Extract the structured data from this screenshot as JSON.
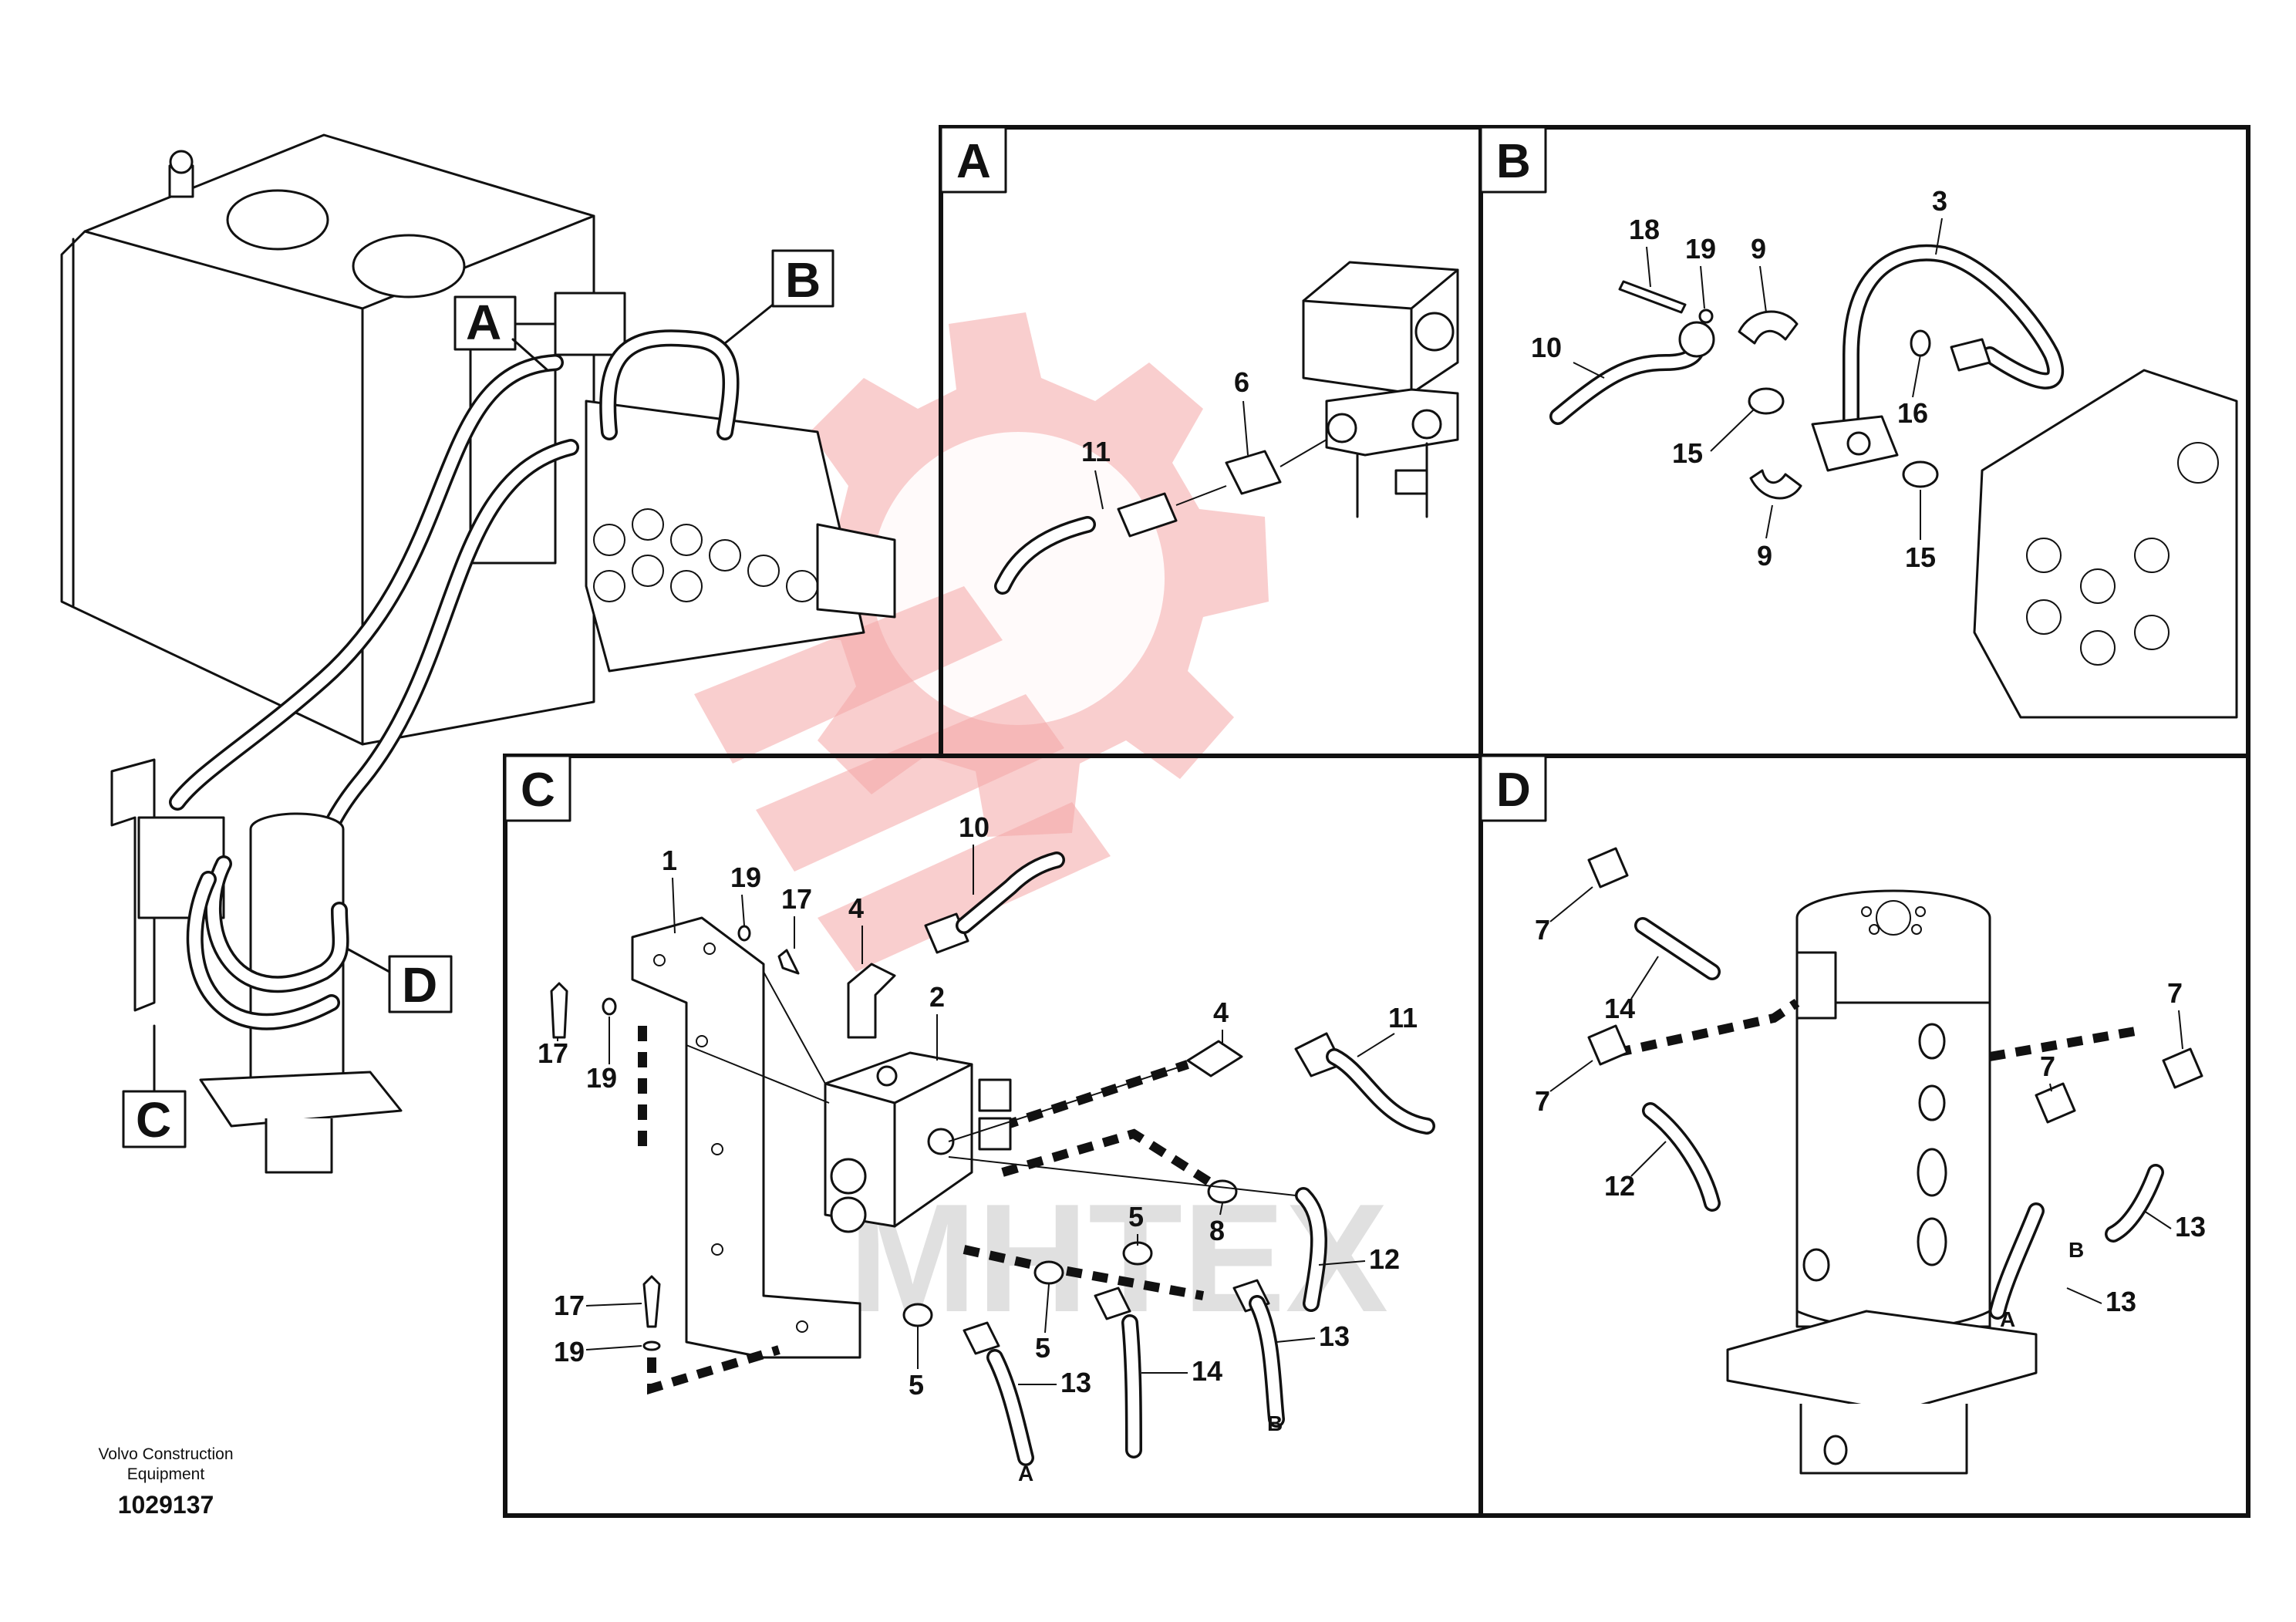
{
  "drawing_number": "1029137",
  "footer_brand_line1": "Volvo Construction",
  "footer_brand_line2": "Equipment",
  "watermark_text": "MHTEX",
  "overview_callouts": {
    "A": "A",
    "B": "B",
    "C": "C",
    "D": "D"
  },
  "panels": {
    "A": {
      "letter": "A",
      "labels": {
        "n11": "11",
        "n6": "6"
      }
    },
    "B": {
      "letter": "B",
      "labels": {
        "n18": "18",
        "n19": "19",
        "n9a": "9",
        "n3": "3",
        "n10": "10",
        "n16": "16",
        "n15a": "15",
        "n9b": "9",
        "n15b": "15"
      }
    },
    "C": {
      "letter": "C",
      "labels": {
        "n1": "1",
        "n19a": "19",
        "n17a": "17",
        "n4a": "4",
        "n10": "10",
        "n17b": "17",
        "n19b": "19",
        "n2": "2",
        "n4b": "4",
        "n11": "11",
        "n5a": "5",
        "n8": "8",
        "n12": "12",
        "n17c": "17",
        "n19c": "19",
        "n5b": "5",
        "n13a": "13",
        "n14": "14",
        "n5c": "5",
        "n13b": "13",
        "pA": "A",
        "pB": "B"
      }
    },
    "D": {
      "letter": "D",
      "labels": {
        "n7a": "7",
        "n14": "14",
        "n7b": "7",
        "n12": "12",
        "n7c": "7",
        "n7d": "7",
        "n13a": "13",
        "n13b": "13",
        "pA": "A",
        "pB": "B"
      }
    }
  },
  "colors": {
    "watermark_red": "#f4a6a6",
    "watermark_grey": "#c8c8c8",
    "line": "#111111"
  }
}
